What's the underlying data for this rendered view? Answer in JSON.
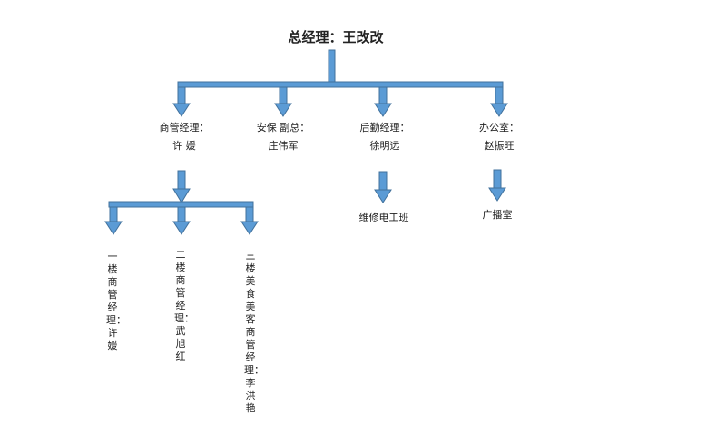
{
  "colors": {
    "arrow_fill": "#5b9bd5",
    "arrow_stroke": "#41719c"
  },
  "top": {
    "title": "总经理：王改改"
  },
  "level1": [
    {
      "role": "商管经理：",
      "name": "许 媛"
    },
    {
      "role": "安保 副总：",
      "name": "庄伟军"
    },
    {
      "role": "后勤经理：",
      "name": "徐明远"
    },
    {
      "role": "办公室：",
      "name": "赵振旺"
    }
  ],
  "level2": {
    "commerce": [
      "一楼商管经理：许媛",
      "二楼商管经理：武旭红",
      "三楼美食美客商管经理：李洪艳"
    ],
    "logistics": "维修电工班",
    "office": "广播室"
  }
}
